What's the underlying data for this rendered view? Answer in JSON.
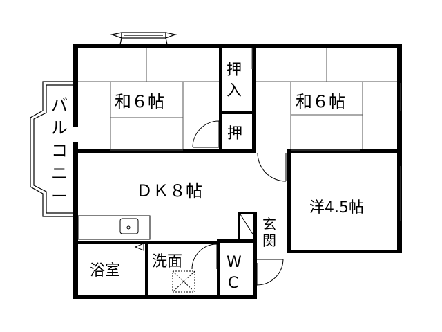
{
  "rooms": {
    "washitsu_west": "和６帖",
    "washitsu_east": "和６帖",
    "dk": "ＤＫ８帖",
    "yoshitsu": "洋4.5帖",
    "bath": "浴室",
    "washroom": "洗面"
  },
  "vertical_labels": {
    "balcony": [
      "バ",
      "ル",
      "コ",
      "ニ",
      "ー"
    ],
    "closet_large": [
      "押",
      "入"
    ],
    "closet_small": [
      "押"
    ],
    "entrance": [
      "玄",
      "関"
    ],
    "toilet": [
      "W",
      "C"
    ]
  },
  "colors": {
    "wall": "#000000",
    "background": "#ffffff",
    "thin_line": "#555555"
  }
}
